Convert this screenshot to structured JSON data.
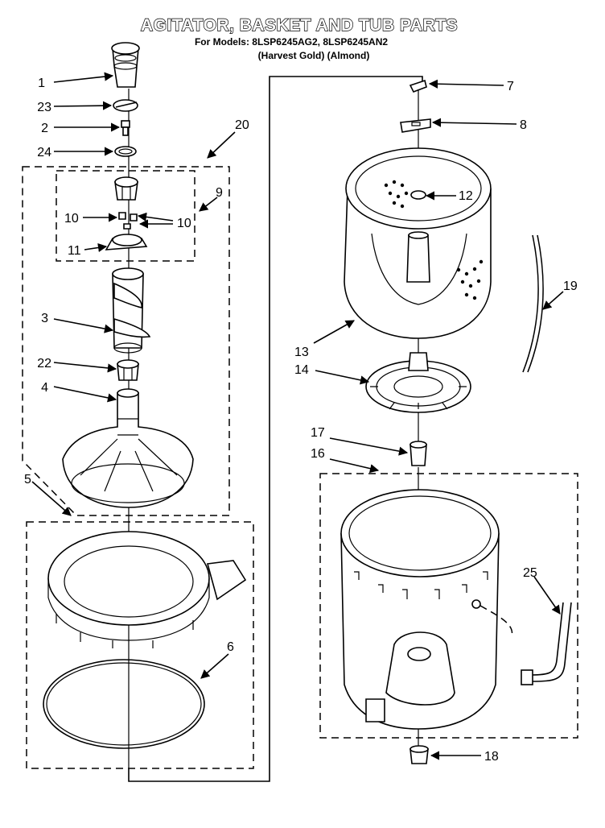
{
  "title": "AGITATOR, BASKET AND TUB PARTS",
  "models_line": "For Models: 8LSP6245AG2, 8LSP6245AN2",
  "colors_line": "(Harvest Gold) (Almond)",
  "callouts": {
    "c1": "1",
    "c2": "2",
    "c3": "3",
    "c4": "4",
    "c5": "5",
    "c6": "6",
    "c7": "7",
    "c8": "8",
    "c9": "9",
    "c10a": "10",
    "c10b": "10",
    "c11": "11",
    "c12": "12",
    "c13": "13",
    "c14": "14",
    "c16": "16",
    "c17": "17",
    "c18": "18",
    "c19": "19",
    "c20": "20",
    "c22": "22",
    "c23": "23",
    "c24": "24",
    "c25": "25"
  }
}
